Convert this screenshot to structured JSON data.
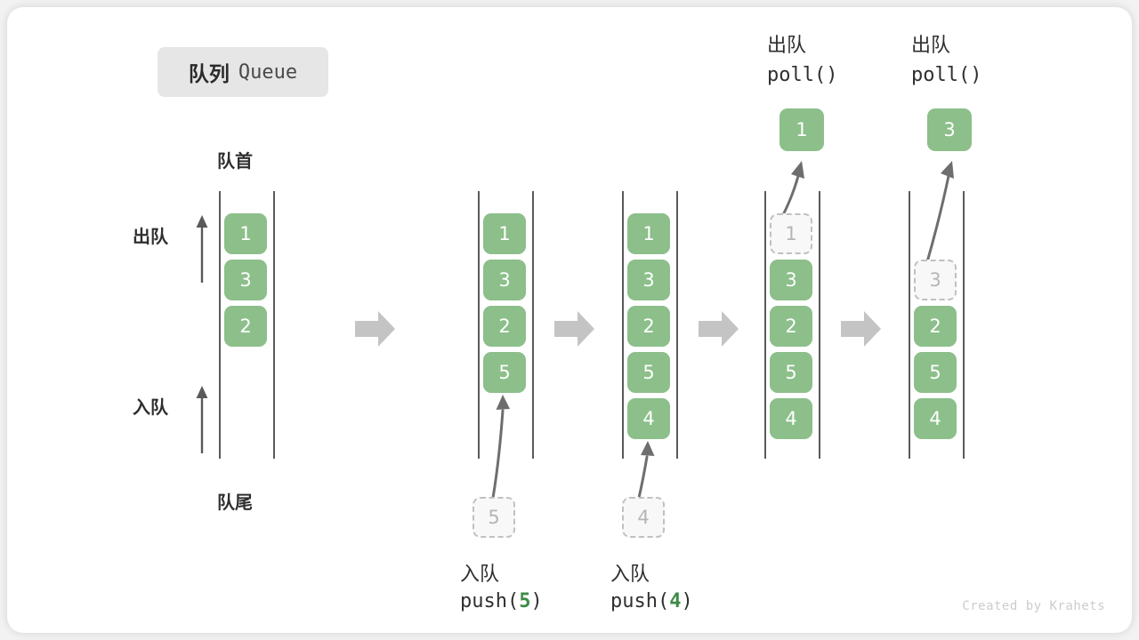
{
  "title": {
    "cn": "队列",
    "en": "Queue"
  },
  "colors": {
    "cell_green": "#8cbf8a",
    "cell_text": "#ffffff",
    "ghost_fill": "#f8f8f8",
    "ghost_border": "#c0c0c0",
    "ghost_text": "#b5b5b5",
    "rail": "#5a5a5a",
    "block_arrow": "#c4c4c4",
    "badge_bg": "#e6e6e6",
    "arg_green": "#3e8b47",
    "credit": "#cccccc"
  },
  "labels": {
    "head": "队首",
    "tail": "队尾",
    "dequeue": "出队",
    "enqueue": "入队"
  },
  "credit": "Created by Krahets",
  "stages": [
    {
      "id": "initial",
      "cells": [
        "1",
        "3",
        "2"
      ],
      "ghost": null,
      "popped": null,
      "caption_cn": null,
      "caption_code": null
    },
    {
      "id": "push-5",
      "cells": [
        "1",
        "3",
        "2",
        "5"
      ],
      "ghost": {
        "value": "5",
        "position": "below"
      },
      "popped": null,
      "caption_cn": "入队",
      "caption_code": "push(5)",
      "caption_arg": "5"
    },
    {
      "id": "push-4",
      "cells": [
        "1",
        "3",
        "2",
        "5",
        "4"
      ],
      "ghost": {
        "value": "4",
        "position": "below"
      },
      "popped": null,
      "caption_cn": "入队",
      "caption_code": "push(4)",
      "caption_arg": "4"
    },
    {
      "id": "poll-1",
      "cells": [
        "3",
        "2",
        "5",
        "4"
      ],
      "ghost": {
        "value": "1",
        "position": "top"
      },
      "popped": "1",
      "caption_cn": "出队",
      "caption_code": "poll()",
      "caption_position": "top"
    },
    {
      "id": "poll-3",
      "cells": [
        "2",
        "5",
        "4"
      ],
      "ghost": {
        "value": "3",
        "position": "second"
      },
      "popped": "3",
      "caption_cn": "出队",
      "caption_code": "poll()",
      "caption_position": "top"
    }
  ]
}
